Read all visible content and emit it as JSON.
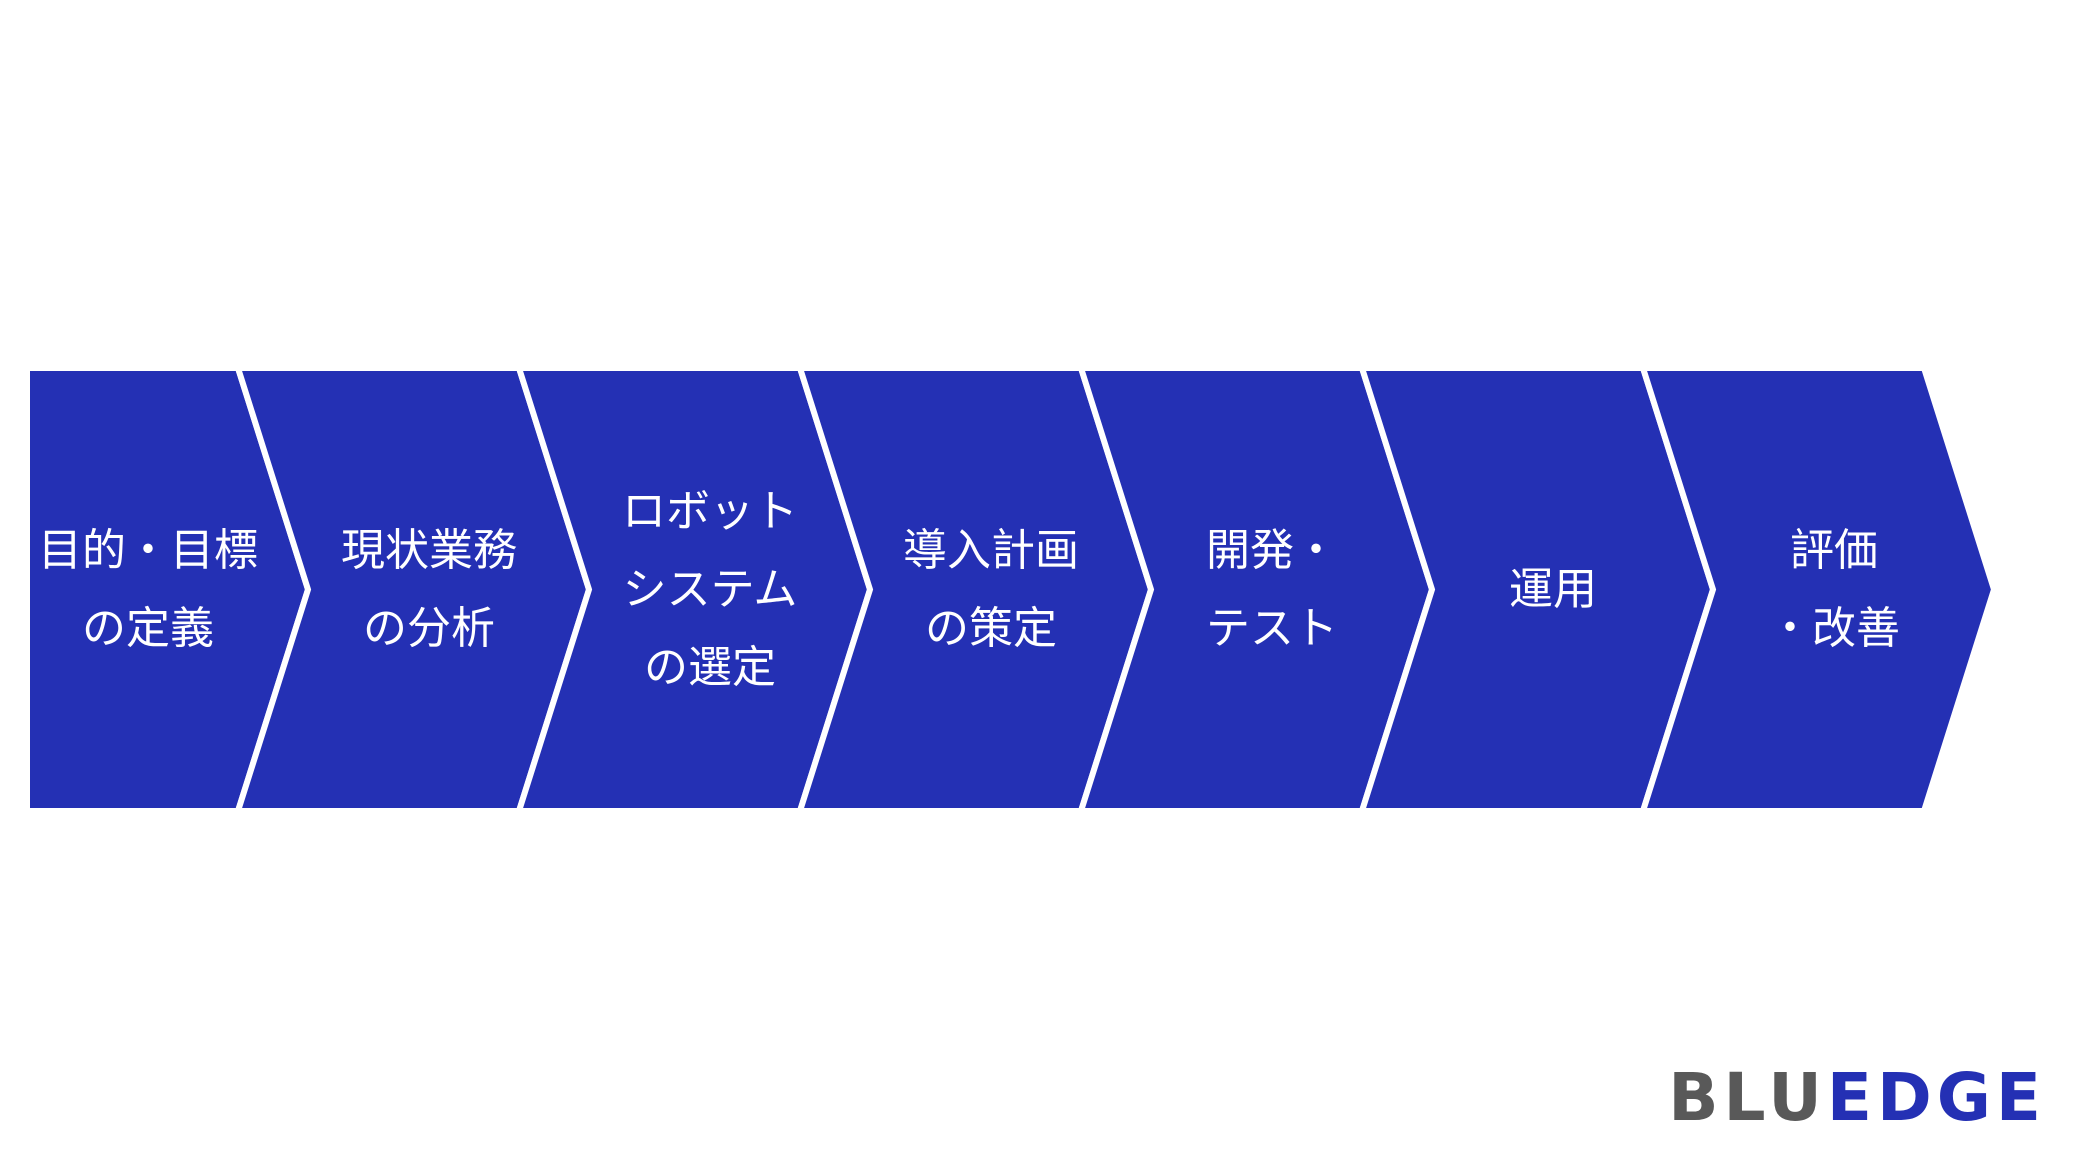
{
  "steps": [
    {
      "lines": [
        "目的・目標",
        "の定義"
      ]
    },
    {
      "lines": [
        "現状業務",
        "の分析"
      ]
    },
    {
      "lines": [
        "ロボット",
        "システム",
        "の選定"
      ]
    },
    {
      "lines": [
        "導入計画",
        "の策定"
      ]
    },
    {
      "lines": [
        "開発・",
        "テスト"
      ]
    },
    {
      "lines": [
        "運用"
      ]
    },
    {
      "lines": [
        "評価",
        "・改善"
      ]
    }
  ],
  "logo": {
    "part1": "BLU",
    "part2": "EDGE"
  },
  "colors": {
    "step_fill": "#2430B4",
    "separator": "#ffffff",
    "logo_part1": "#595959",
    "logo_part2": "#2430B4"
  }
}
